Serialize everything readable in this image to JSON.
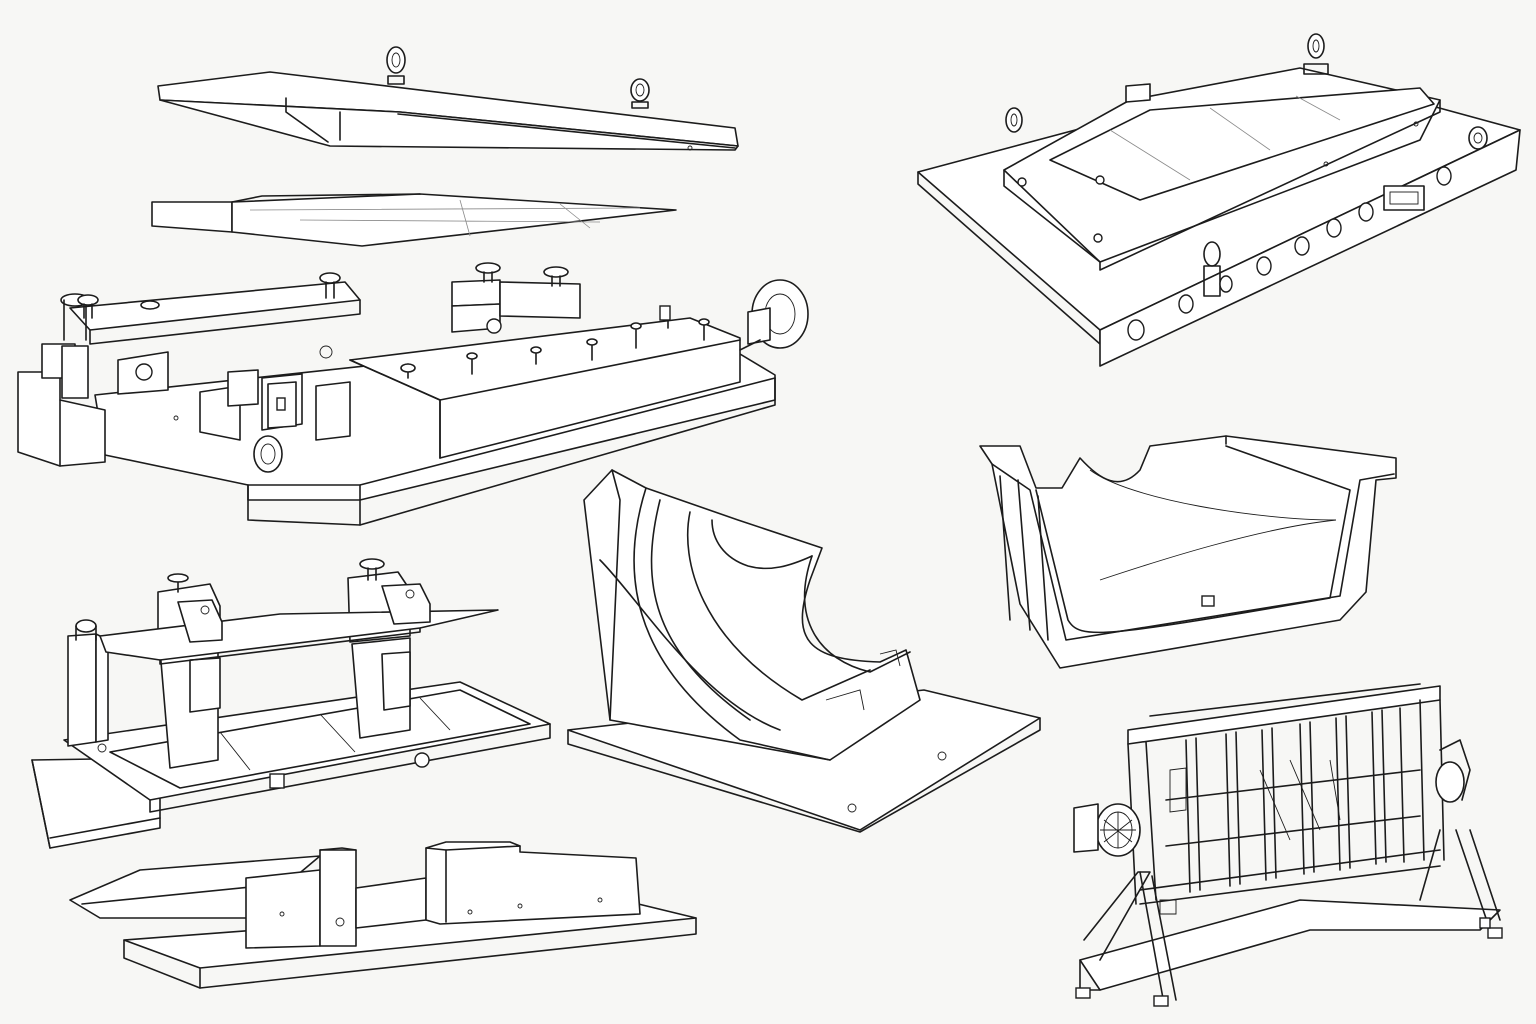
{
  "sheet": {
    "background": "#f7f7f5",
    "line_color": "#1c1c1c",
    "parts": [
      {
        "id": "upper-mold-plate",
        "icon": "mold-plate-icon"
      },
      {
        "id": "panel-insert-sheet",
        "icon": "panel-insert-icon"
      },
      {
        "id": "clamping-fixture-base",
        "icon": "clamping-fixture-icon"
      },
      {
        "id": "clamp-bridge-fixture",
        "icon": "bridge-fixture-icon"
      },
      {
        "id": "rail-base-fixture",
        "icon": "rail-fixture-icon"
      },
      {
        "id": "curved-saddle-mold",
        "icon": "saddle-mold-icon"
      },
      {
        "id": "lidded-mold-box",
        "icon": "mold-box-icon"
      },
      {
        "id": "tray-shell",
        "icon": "tray-shell-icon"
      },
      {
        "id": "tilting-rack-fixture",
        "icon": "rack-fixture-icon"
      }
    ]
  }
}
